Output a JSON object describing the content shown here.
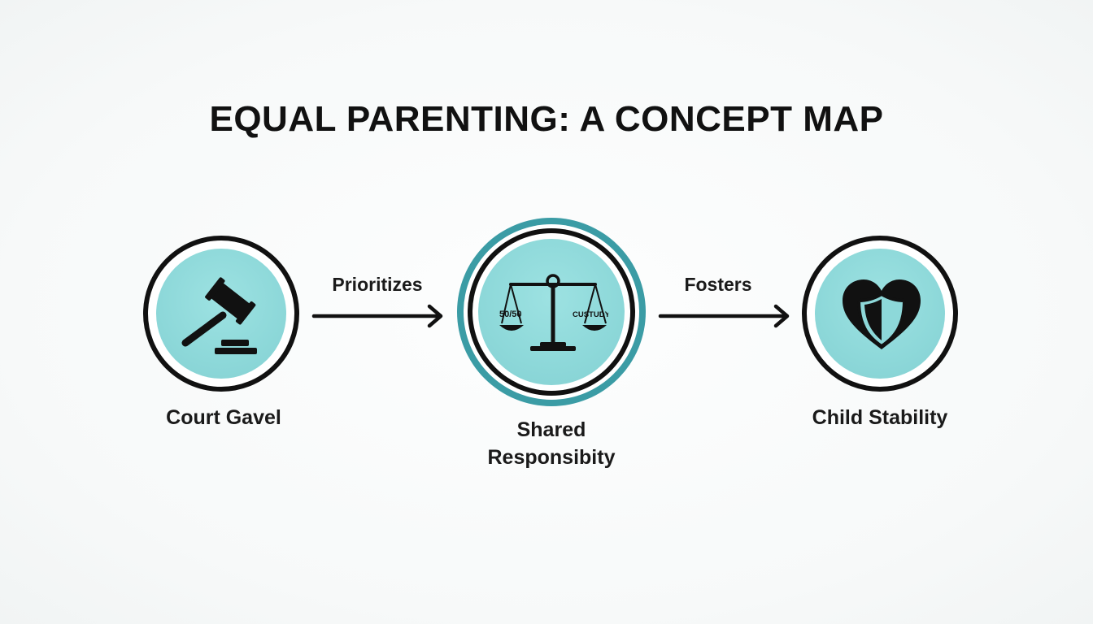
{
  "title": "EQUAL PARENTING: A CONCEPT MAP",
  "nodes": {
    "gavel": {
      "label": "Court Gavel",
      "icon": "gavel-icon"
    },
    "shared": {
      "label_line1": "Shared",
      "label_line2": "Responsibity",
      "icon": "scales-icon",
      "icon_left_text": "50/50",
      "icon_right_text": "CUSTUDY"
    },
    "stability": {
      "label": "Child Stability",
      "icon": "heart-shield-icon"
    }
  },
  "edges": {
    "first": {
      "label": "Prioritizes"
    },
    "second": {
      "label": "Fosters"
    }
  },
  "colors": {
    "fill": "#8dd8d9",
    "center_ring": "#3b9ca5",
    "outline": "#111111"
  }
}
